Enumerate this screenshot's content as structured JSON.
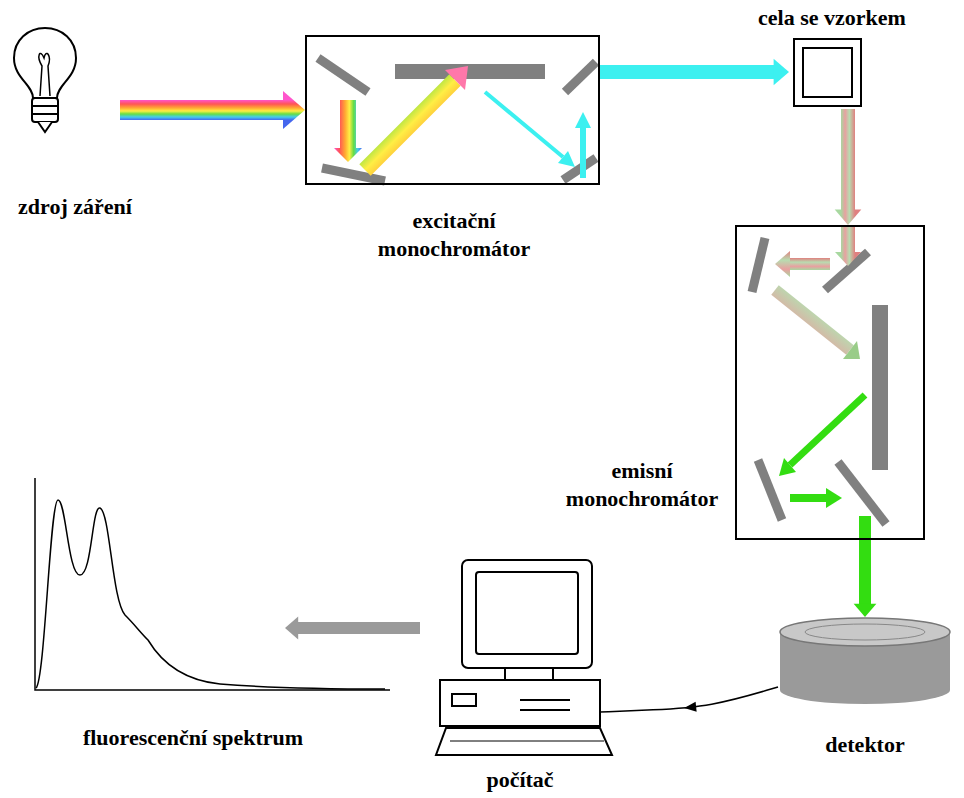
{
  "diagram": {
    "nodes": [
      {
        "text": [
          "zdroj záření"
        ]
      },
      {
        "text": [
          "excitační monochromátor"
        ]
      },
      {
        "text": [
          "cela se vzorkem"
        ]
      },
      {
        "text": [
          "emisní monochromátor"
        ]
      },
      {
        "text": [
          "detektor"
        ]
      },
      {
        "text": [
          "počítač"
        ]
      },
      {
        "text": [
          "fluorescenční spektrum"
        ]
      }
    ],
    "edges": [
      {
        "from": 0,
        "to": 1,
        "arrow": "to"
      },
      {
        "from": 1,
        "to": 2,
        "arrow": "to"
      },
      {
        "from": 2,
        "to": 3,
        "arrow": "to"
      },
      {
        "from": 3,
        "to": 4,
        "arrow": "to"
      },
      {
        "from": 4,
        "to": 5,
        "arrow": "to"
      },
      {
        "from": 5,
        "to": 6,
        "arrow": "to"
      }
    ]
  }
}
